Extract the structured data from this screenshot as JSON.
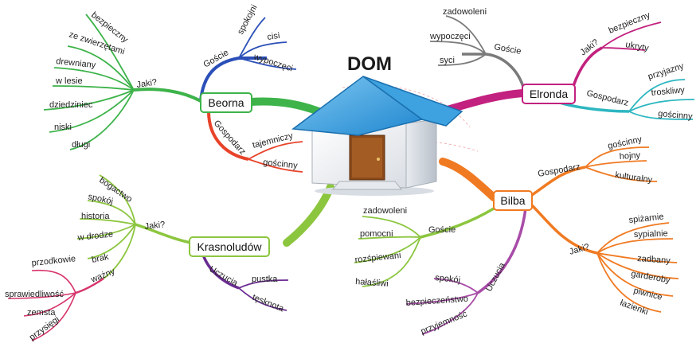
{
  "title": "DOM",
  "colors": {
    "beorna": "#2b4fb8",
    "beorna_green": "#3db34a",
    "beorna_red": "#e8432a",
    "elronda": "#c2217f",
    "elronda_gray": "#7a7a7a",
    "elronda_teal": "#2cb6c0",
    "bilba": "#f07a22",
    "bilba_green": "#8cc63f",
    "bilba_purple": "#a84ca8",
    "krasnoludow": "#8cc63f",
    "krasnoludow_purple": "#6a2c91",
    "krasnoludow_red": "#d6336c"
  },
  "icons": [
    "house-icon"
  ],
  "branches": {
    "beorna": {
      "label": "Beorna",
      "goscie": {
        "label": "Goście",
        "items": [
          "spokojni",
          "cisi",
          "wypoczęci"
        ]
      },
      "jaki": {
        "label": "Jaki?",
        "items": [
          "bezpieczny",
          "ze zwierzętami",
          "drewniany",
          "w lesie",
          "dziedziniec",
          "niski",
          "długi"
        ]
      },
      "gospodarz": {
        "label": "Gospodarz",
        "items": [
          "tajemniczy",
          "gościnny"
        ]
      }
    },
    "elronda": {
      "label": "Elronda",
      "goscie": {
        "label": "Goście",
        "items": [
          "zadowoleni",
          "wypoczęci",
          "syci"
        ]
      },
      "jaki": {
        "label": "Jaki?",
        "items": [
          "bezpieczny",
          "ukryty"
        ]
      },
      "gospodarz": {
        "label": "Gospodarz",
        "items": [
          "przyjazny",
          "troskliwy",
          "gościnny"
        ]
      }
    },
    "bilba": {
      "label": "Bilba",
      "gospodarz": {
        "label": "Gospodarz",
        "items": [
          "gościnny",
          "hojny",
          "kulturalny"
        ]
      },
      "jaki": {
        "label": "Jaki?",
        "items": [
          "spiżarnie",
          "sypialnie",
          "zadbany",
          "garderoby",
          "piwnice",
          "łazienki"
        ]
      },
      "goscie": {
        "label": "Goście",
        "items": [
          "zadowoleni",
          "pomocni",
          "rozśpiewani",
          "hałaśliwi"
        ]
      },
      "uczucia": {
        "label": "Uczucia",
        "items": [
          "spokój",
          "bezpieczeństwo",
          "przyjemność"
        ]
      }
    },
    "krasnoludow": {
      "label": "Krasnoludów",
      "jaki": {
        "label": "Jaki?",
        "items": [
          "bogactwo",
          "spokój",
          "historia",
          "w drodze",
          "brak",
          "ważny"
        ]
      },
      "wazny_items": [
        "przodkowie",
        "sprawiedliwość",
        "zemsta",
        "przysięgi"
      ],
      "uczucia": {
        "label": "Uczucia",
        "items": [
          "pustka",
          "tęsknota"
        ]
      }
    }
  }
}
